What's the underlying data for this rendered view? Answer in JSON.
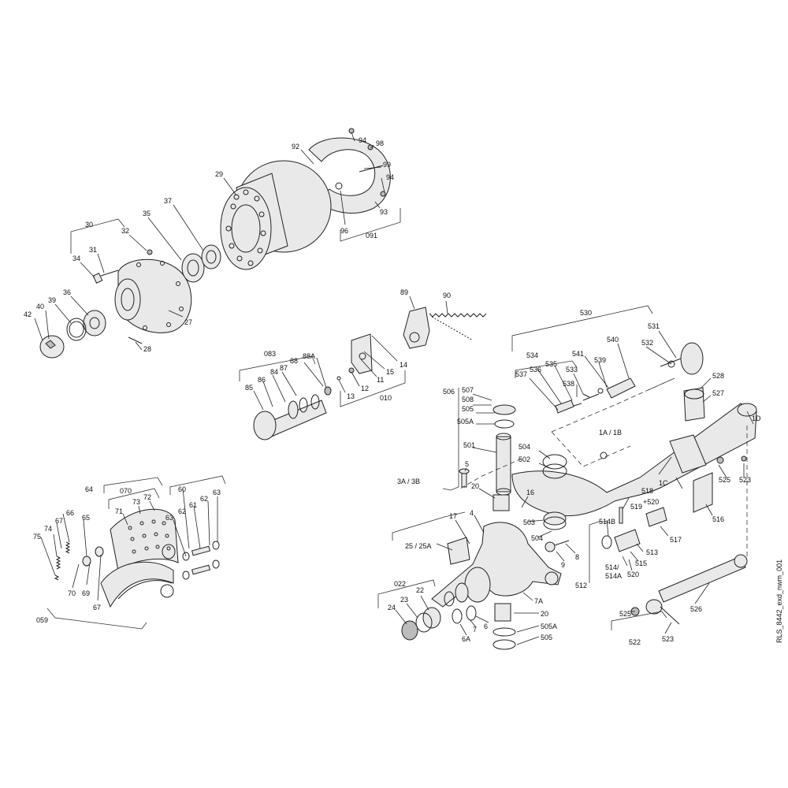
{
  "drawing_ref": "RLS_8442_exd_nwm_001",
  "labels": {
    "l94a": "94",
    "l98": "98",
    "l99": "99",
    "l94b": "94",
    "l93": "93",
    "l96": "96",
    "l091": "091",
    "l92": "92",
    "l29": "29",
    "l30": "30",
    "l32": "32",
    "l31": "31",
    "l34": "34",
    "l35": "35",
    "l37": "37",
    "l36": "36",
    "l39": "39",
    "l40": "40",
    "l42": "42",
    "l27": "27",
    "l28": "28",
    "l89": "89",
    "l90": "90",
    "l083": "083",
    "l88A": "88A",
    "l84": "84",
    "l88": "88",
    "l87": "87",
    "l86": "86",
    "l85": "85",
    "l14": "14",
    "l15": "15",
    "l11": "11",
    "l12": "12",
    "l13": "13",
    "l010": "010",
    "l530": "530",
    "l531": "531",
    "l534": "534",
    "l536": "536",
    "l535": "535",
    "l540": "540",
    "l541": "541",
    "l532": "532",
    "l533": "533",
    "l537": "537",
    "l538": "538",
    "l539": "539",
    "l528": "528",
    "l527": "527",
    "l506": "506",
    "l507": "507",
    "l508": "508",
    "l505a": "505",
    "l505Aa": "505A",
    "l501": "501",
    "l504a": "504",
    "l502": "502",
    "l3A3B": "3A / 3B",
    "l1A1B": "1A / 1B",
    "l1D": "1D",
    "l1C": "1C",
    "l525a": "525",
    "l523a": "523",
    "l518": "518",
    "l520a": "+520",
    "l519": "519",
    "l514B": "514B",
    "l516": "516",
    "l517": "517",
    "l513": "513",
    "l515": "515",
    "l5145": "514/",
    "l514A": "514A",
    "l520b": "520",
    "l512": "512",
    "l5": "5",
    "l20a": "20",
    "l16": "16",
    "l503": "503",
    "l504b": "504",
    "l17": "17",
    "l4": "4",
    "l8": "8",
    "l9": "9",
    "l2525A": "25 / 25A",
    "l022": "022",
    "l22": "22",
    "l23": "23",
    "l24": "24",
    "l7A": "7A",
    "l20b": "20",
    "l6": "6",
    "l7": "7",
    "l6A": "6A",
    "l505Ab": "505A",
    "l505b": "505",
    "l526": "526",
    "l525b": "525",
    "l523b": "523",
    "l522": "522",
    "l64": "64",
    "l070": "070",
    "l60": "60",
    "l63a": "63",
    "l66": "66",
    "l67a": "67",
    "l65": "65",
    "l74": "74",
    "l75": "75",
    "l73": "73",
    "l72": "72",
    "l71": "71",
    "l62a": "62",
    "l61": "61",
    "l62b": "62",
    "l63b": "63",
    "l63c": "63",
    "l70": "70",
    "l69": "69",
    "l67b": "67",
    "l059": "059"
  }
}
